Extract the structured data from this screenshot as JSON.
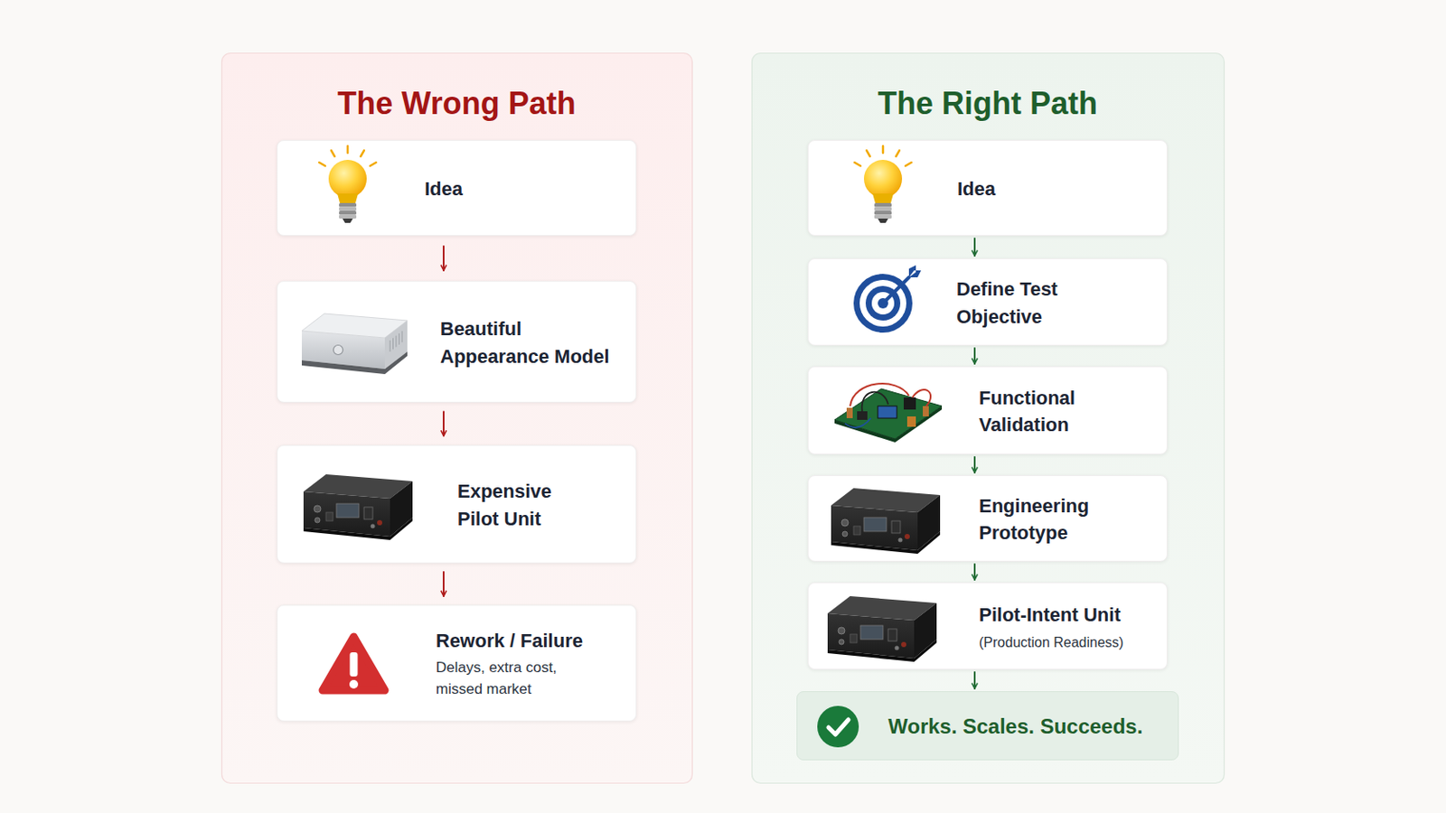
{
  "diagram": {
    "nodes": [
      {
        "text": [
          "The Wrong Path"
        ]
      },
      {
        "text": [
          "Idea"
        ],
        "in": 0
      },
      {
        "text": [
          "Beautiful Appearance Model"
        ],
        "in": 0
      },
      {
        "text": [
          "Expensive Pilot Unit"
        ],
        "in": 0
      },
      {
        "text": [
          "Rework / Failure",
          "Delays, extra cost, missed market"
        ],
        "in": 0
      },
      {
        "text": [
          "The Right Path"
        ]
      },
      {
        "text": [
          "Idea"
        ],
        "in": 5
      },
      {
        "text": [
          "Define Test Objective"
        ],
        "in": 5
      },
      {
        "text": [
          "Functional Validation"
        ],
        "in": 5
      },
      {
        "text": [
          "Engineering Prototype"
        ],
        "in": 5
      },
      {
        "text": [
          "Pilot-Intent Unit",
          "(Production Readiness)"
        ],
        "in": 5
      },
      {
        "text": [
          "Works. Scales. Succeeds."
        ],
        "in": 5
      }
    ],
    "edges": [
      {
        "from": 1,
        "to": 2,
        "arrow": "to"
      },
      {
        "from": 2,
        "to": 3,
        "arrow": "to"
      },
      {
        "from": 3,
        "to": 4,
        "arrow": "to"
      },
      {
        "from": 6,
        "to": 7,
        "arrow": "to"
      },
      {
        "from": 7,
        "to": 8,
        "arrow": "to"
      },
      {
        "from": 8,
        "to": 9,
        "arrow": "to"
      },
      {
        "from": 9,
        "to": 10,
        "arrow": "to"
      },
      {
        "from": 10,
        "to": 11,
        "arrow": "to"
      }
    ]
  }
}
